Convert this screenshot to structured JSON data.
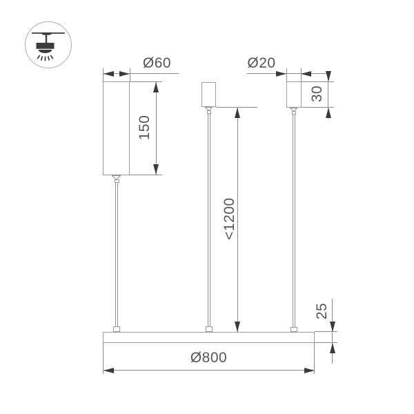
{
  "icon": {
    "name": "ceiling-pendant-light-icon"
  },
  "drawing": {
    "labels": {
      "driver_diameter": "Ø60",
      "driver_height": "150",
      "canopy_diameter": "Ø20",
      "canopy_height": "30",
      "suspension_length": "<1200",
      "profile_height": "25",
      "profile_length": "Ø800"
    },
    "colors": {
      "outline": "#9b9b9b",
      "dimension_line": "#8a8a8a",
      "arrowhead": "#3a3a3a",
      "text": "#555555",
      "icon": "#3b3b3b",
      "background": "#ffffff"
    }
  }
}
